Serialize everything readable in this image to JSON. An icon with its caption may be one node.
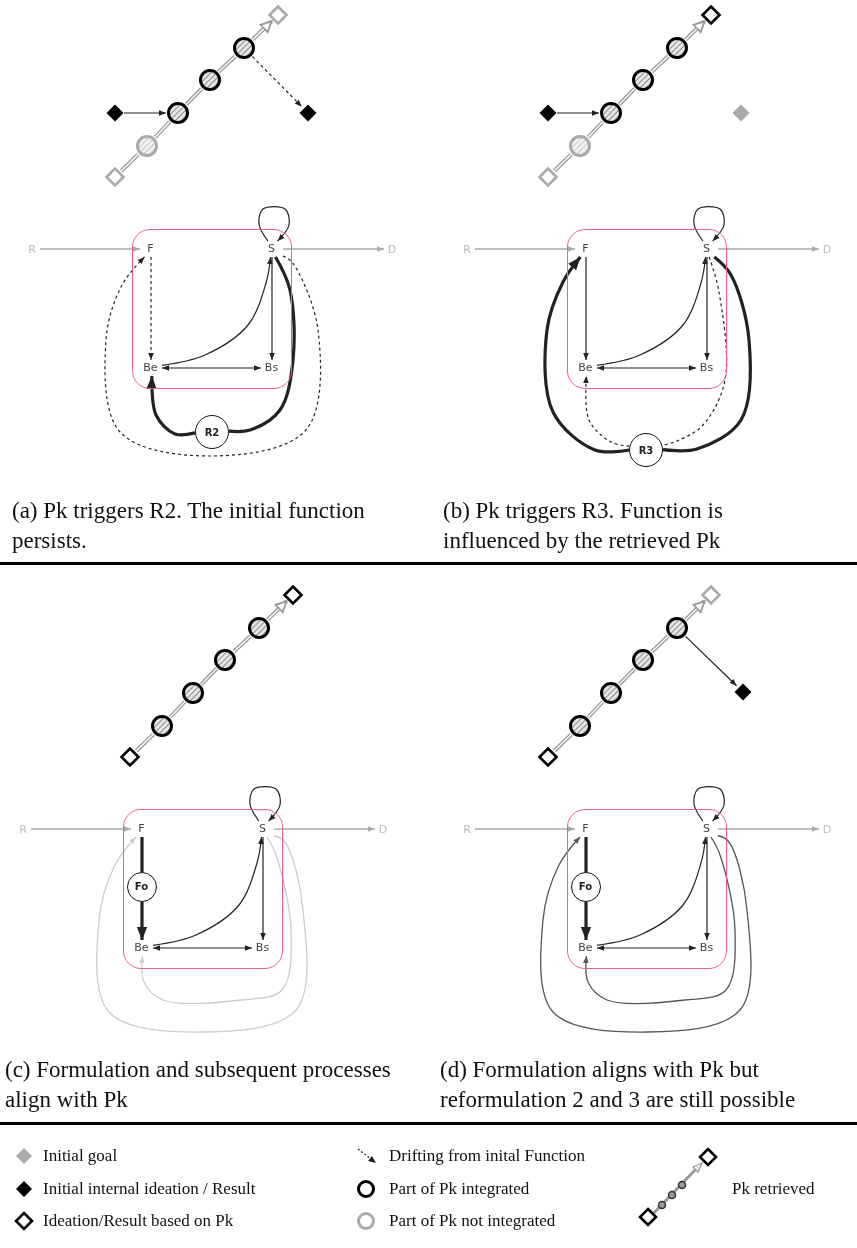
{
  "diagram": {
    "nodes": [
      {
        "text": [],
        "shape": "diamond"
      },
      {
        "text": [],
        "shape": "diamond"
      },
      {
        "text": [],
        "shape": "circle"
      },
      {
        "text": [],
        "shape": "circle"
      },
      {
        "text": [],
        "shape": "circle"
      },
      {
        "text": [],
        "shape": "circle"
      },
      {
        "text": [],
        "shape": "diamond"
      },
      {
        "text": [],
        "shape": "diamond"
      },
      {
        "text": [
          "R"
        ]
      },
      {
        "text": [],
        "shape": "box"
      },
      {
        "text": [
          "F"
        ],
        "in": 9
      },
      {
        "text": [
          "S"
        ],
        "in": 9
      },
      {
        "text": [
          "Be"
        ],
        "in": 9
      },
      {
        "text": [
          "Bs"
        ],
        "in": 9
      },
      {
        "text": [
          "D"
        ]
      },
      {
        "text": [
          "R2"
        ]
      },
      {
        "text": [],
        "shape": "diamond"
      },
      {
        "text": [],
        "shape": "diamond"
      },
      {
        "text": [],
        "shape": "circle"
      },
      {
        "text": [],
        "shape": "circle"
      },
      {
        "text": [],
        "shape": "circle"
      },
      {
        "text": [],
        "shape": "circle"
      },
      {
        "text": [],
        "shape": "diamond"
      },
      {
        "text": [],
        "shape": "diamond"
      },
      {
        "text": [
          "R"
        ]
      },
      {
        "text": [],
        "shape": "box"
      },
      {
        "text": [
          "F"
        ],
        "in": 25
      },
      {
        "text": [
          "S"
        ],
        "in": 25
      },
      {
        "text": [
          "Be"
        ],
        "in": 25
      },
      {
        "text": [
          "Bs"
        ],
        "in": 25
      },
      {
        "text": [
          "D"
        ]
      },
      {
        "text": [
          "R3"
        ]
      },
      {
        "text": [],
        "shape": "diamond"
      },
      {
        "text": [],
        "shape": "circle"
      },
      {
        "text": [],
        "shape": "circle"
      },
      {
        "text": [],
        "shape": "circle"
      },
      {
        "text": [],
        "shape": "circle"
      },
      {
        "text": [],
        "shape": "diamond"
      },
      {
        "text": [
          "R"
        ]
      },
      {
        "text": [],
        "shape": "box"
      },
      {
        "text": [
          "F"
        ],
        "in": 39
      },
      {
        "text": [
          "S"
        ],
        "in": 39
      },
      {
        "text": [
          "Fo"
        ],
        "in": 39
      },
      {
        "text": [
          "Be"
        ],
        "in": 39
      },
      {
        "text": [
          "Bs"
        ],
        "in": 39
      },
      {
        "text": [
          "D"
        ]
      },
      {
        "text": [],
        "shape": "diamond"
      },
      {
        "text": [],
        "shape": "circle"
      },
      {
        "text": [],
        "shape": "circle"
      },
      {
        "text": [],
        "shape": "circle"
      },
      {
        "text": [],
        "shape": "circle"
      },
      {
        "text": [],
        "shape": "diamond"
      },
      {
        "text": [],
        "shape": "diamond"
      },
      {
        "text": [
          "R"
        ]
      },
      {
        "text": [],
        "shape": "box"
      },
      {
        "text": [
          "F"
        ],
        "in": 54
      },
      {
        "text": [
          "S"
        ],
        "in": 54
      },
      {
        "text": [
          "Fo"
        ],
        "in": 54
      },
      {
        "text": [
          "Be"
        ],
        "in": 54
      },
      {
        "text": [
          "Bs"
        ],
        "in": 54
      },
      {
        "text": [
          "D"
        ]
      }
    ],
    "edges": [
      {
        "from": 0,
        "to": 3,
        "arrow": "to"
      },
      {
        "from": 1,
        "to": 2,
        "arrow": "none",
        "style": "thick",
        "color": "#999999"
      },
      {
        "from": 2,
        "to": 3,
        "arrow": "none",
        "style": "thick",
        "color": "#999999"
      },
      {
        "from": 3,
        "to": 4,
        "arrow": "none",
        "style": "thick",
        "color": "#999999"
      },
      {
        "from": 4,
        "to": 5,
        "arrow": "none",
        "style": "thick",
        "color": "#999999"
      },
      {
        "from": 5,
        "to": 6,
        "arrow": "to",
        "style": "thick",
        "color": "#999999"
      },
      {
        "from": 5,
        "to": 7,
        "arrow": "to",
        "style": "dashed"
      },
      {
        "from": 8,
        "to": 10,
        "arrow": "to",
        "color": "#aaaaaa"
      },
      {
        "from": 11,
        "to": 14,
        "arrow": "to",
        "color": "#aaaaaa"
      },
      {
        "from": 11,
        "to": 11,
        "arrow": "to"
      },
      {
        "from": 10,
        "to": 12,
        "arrow": "to",
        "style": "dashed"
      },
      {
        "from": 11,
        "to": 13,
        "arrow": "to"
      },
      {
        "from": 12,
        "to": 11,
        "arrow": "to"
      },
      {
        "from": 12,
        "to": 13,
        "arrow": "both"
      },
      {
        "from": 11,
        "to": 15,
        "arrow": "none",
        "style": "thick"
      },
      {
        "from": 15,
        "to": 12,
        "arrow": "to",
        "style": "thick"
      },
      {
        "from": 11,
        "to": 10,
        "arrow": "to",
        "style": "dashed"
      },
      {
        "from": 16,
        "to": 19,
        "arrow": "to"
      },
      {
        "from": 17,
        "to": 18,
        "arrow": "none",
        "style": "thick",
        "color": "#999999"
      },
      {
        "from": 18,
        "to": 19,
        "arrow": "none",
        "style": "thick",
        "color": "#999999"
      },
      {
        "from": 19,
        "to": 20,
        "arrow": "none",
        "style": "thick",
        "color": "#999999"
      },
      {
        "from": 20,
        "to": 21,
        "arrow": "none",
        "style": "thick",
        "color": "#999999"
      },
      {
        "from": 21,
        "to": 22,
        "arrow": "to",
        "style": "thick",
        "color": "#999999"
      },
      {
        "from": 24,
        "to": 26,
        "arrow": "to",
        "color": "#aaaaaa"
      },
      {
        "from": 27,
        "to": 30,
        "arrow": "to",
        "color": "#aaaaaa"
      },
      {
        "from": 27,
        "to": 27,
        "arrow": "to"
      },
      {
        "from": 26,
        "to": 28,
        "arrow": "to"
      },
      {
        "from": 27,
        "to": 29,
        "arrow": "to"
      },
      {
        "from": 28,
        "to": 27,
        "arrow": "to"
      },
      {
        "from": 28,
        "to": 29,
        "arrow": "both"
      },
      {
        "from": 27,
        "to": 31,
        "arrow": "none",
        "style": "thick"
      },
      {
        "from": 31,
        "to": 26,
        "arrow": "to",
        "style": "thick"
      },
      {
        "from": 27,
        "to": 31,
        "arrow": "none",
        "style": "dashed"
      },
      {
        "from": 31,
        "to": 28,
        "arrow": "to",
        "style": "dashed"
      },
      {
        "from": 32,
        "to": 33,
        "arrow": "none",
        "style": "thick",
        "color": "#999999"
      },
      {
        "from": 33,
        "to": 34,
        "arrow": "none",
        "style": "thick",
        "color": "#999999"
      },
      {
        "from": 34,
        "to": 35,
        "arrow": "none",
        "style": "thick",
        "color": "#999999"
      },
      {
        "from": 35,
        "to": 36,
        "arrow": "none",
        "style": "thick",
        "color": "#999999"
      },
      {
        "from": 36,
        "to": 37,
        "arrow": "to",
        "style": "thick",
        "color": "#999999"
      },
      {
        "from": 38,
        "to": 40,
        "arrow": "to",
        "color": "#aaaaaa"
      },
      {
        "from": 41,
        "to": 45,
        "arrow": "to",
        "color": "#aaaaaa"
      },
      {
        "from": 41,
        "to": 41,
        "arrow": "to"
      },
      {
        "from": 40,
        "to": 42,
        "arrow": "none",
        "style": "thick"
      },
      {
        "from": 42,
        "to": 43,
        "arrow": "to",
        "style": "thick"
      },
      {
        "from": 41,
        "to": 44,
        "arrow": "to"
      },
      {
        "from": 43,
        "to": 41,
        "arrow": "to"
      },
      {
        "from": 43,
        "to": 44,
        "arrow": "both"
      },
      {
        "from": 41,
        "to": 40,
        "arrow": "to",
        "color": "#cccccc"
      },
      {
        "from": 41,
        "to": 43,
        "arrow": "to",
        "color": "#cccccc"
      },
      {
        "from": 46,
        "to": 47,
        "arrow": "none",
        "style": "thick",
        "color": "#999999"
      },
      {
        "from": 47,
        "to": 48,
        "arrow": "none",
        "style": "thick",
        "color": "#999999"
      },
      {
        "from": 48,
        "to": 49,
        "arrow": "none",
        "style": "thick",
        "color": "#999999"
      },
      {
        "from": 49,
        "to": 50,
        "arrow": "none",
        "style": "thick",
        "color": "#999999"
      },
      {
        "from": 50,
        "to": 51,
        "arrow": "to",
        "style": "thick",
        "color": "#999999"
      },
      {
        "from": 50,
        "to": 52,
        "arrow": "to"
      },
      {
        "from": 53,
        "to": 55,
        "arrow": "to",
        "color": "#aaaaaa"
      },
      {
        "from": 56,
        "to": 60,
        "arrow": "to",
        "color": "#aaaaaa"
      },
      {
        "from": 56,
        "to": 56,
        "arrow": "to"
      },
      {
        "from": 55,
        "to": 57,
        "arrow": "none",
        "style": "thick"
      },
      {
        "from": 57,
        "to": 58,
        "arrow": "to",
        "style": "thick"
      },
      {
        "from": 56,
        "to": 59,
        "arrow": "to"
      },
      {
        "from": 58,
        "to": 56,
        "arrow": "to"
      },
      {
        "from": 58,
        "to": 59,
        "arrow": "both"
      },
      {
        "from": 56,
        "to": 55,
        "arrow": "to",
        "color": "#555555"
      },
      {
        "from": 56,
        "to": 58,
        "arrow": "to",
        "color": "#555555"
      }
    ],
    "labels": [
      "(a) Pk triggers R2. The initial function persists.",
      "(b) Pk triggers R3. Function is influenced by the retrieved Pk",
      "(c) Formulation and subsequent processes align with Pk",
      "(d) Formulation aligns with Pk but reformulation 2 and 3 are still possible"
    ],
    "legend": [
      {
        "text": "Initial goal"
      },
      {
        "text": "Initial internal ideation / Result"
      },
      {
        "text": "Ideation/Result based on Pk"
      },
      {
        "text": "Drifting from inital Function"
      },
      {
        "text": "Part of Pk integrated"
      },
      {
        "text": "Part of Pk not integrated"
      },
      {
        "text": "Pk retrieved"
      }
    ]
  }
}
